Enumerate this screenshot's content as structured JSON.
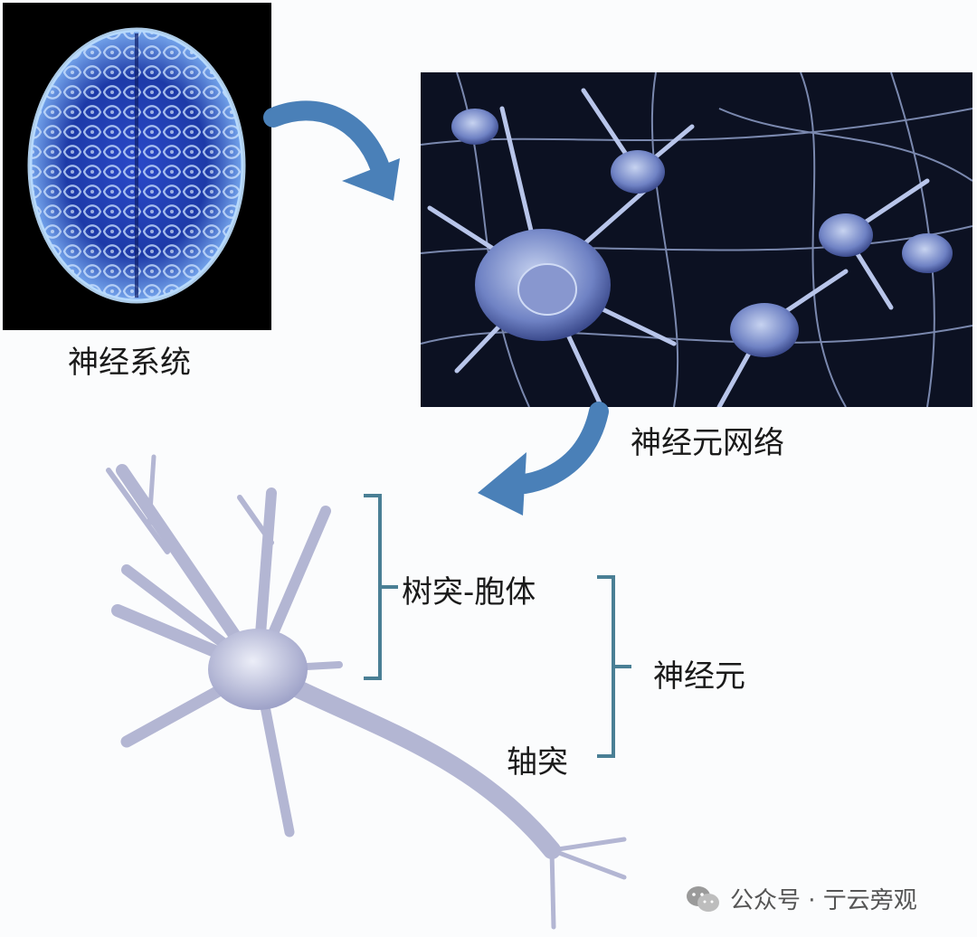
{
  "labels": {
    "nervous_system": "神经系统",
    "neuron_network": "神经元网络",
    "dendrite_soma": "树突-胞体",
    "neuron": "神经元",
    "axon": "轴突"
  },
  "watermark": {
    "text": "公众号 · 亍云旁观",
    "icon": "wechat-icon"
  },
  "colors": {
    "arrow": "#4a80b8",
    "bracket": "#4a7f95",
    "brain": "#3f6bd6",
    "neuron": "#b9bcd8"
  }
}
